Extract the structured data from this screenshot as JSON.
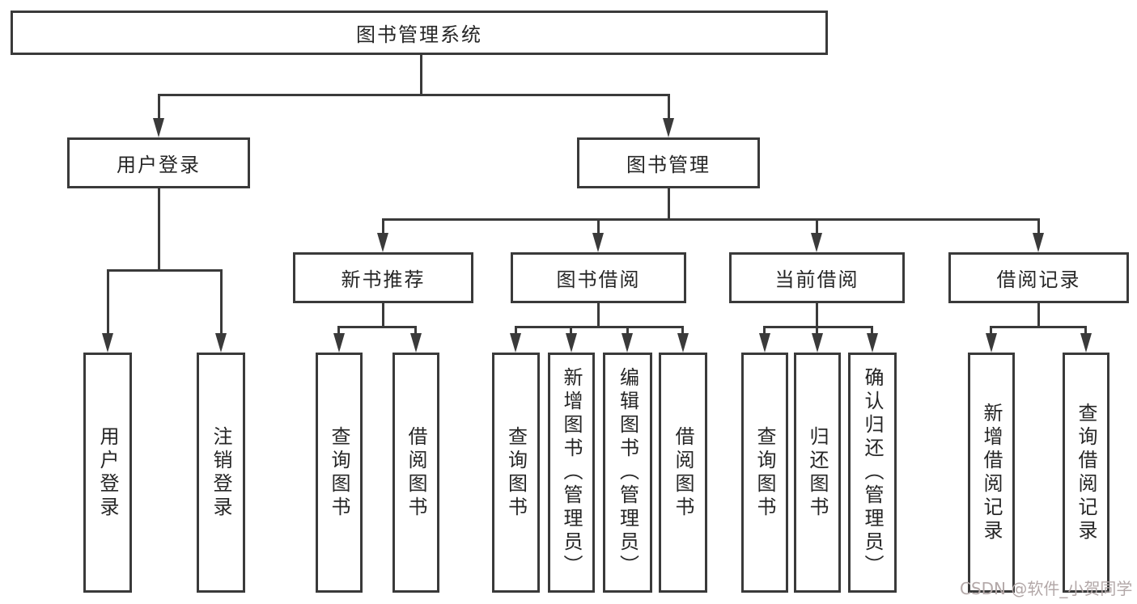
{
  "nodes": {
    "root": "图书管理系统",
    "user_login": "用户登录",
    "book_management": "图书管理",
    "new_book_recommend": "新书推荐",
    "book_borrow": "图书借阅",
    "current_borrow": "当前借阅",
    "borrow_records": "借阅记录",
    "leaf_user_login": "用户登录",
    "leaf_logout": "注销登录",
    "nb_query_books": "查询图书",
    "nb_borrow_books": "借阅图书",
    "bb_query_books": "查询图书",
    "bb_add_books_admin": "新增图书（管理员）",
    "bb_edit_books_admin": "编辑图书（管理员）",
    "bb_borrow_books": "借阅图书",
    "cb_query_books": "查询图书",
    "cb_return_books": "归还图书",
    "cb_confirm_return_admin": "确认归还（管理员）",
    "rec_add_record": "新增借阅记录",
    "rec_query_record": "查询借阅记录"
  },
  "watermark": "CSDN @软件_小贺同学",
  "colors": {
    "line": "#3a3a3a",
    "border": "#3a3a3a",
    "text": "#262626",
    "watermark": "#b3a8a8",
    "background": "#ffffff"
  }
}
